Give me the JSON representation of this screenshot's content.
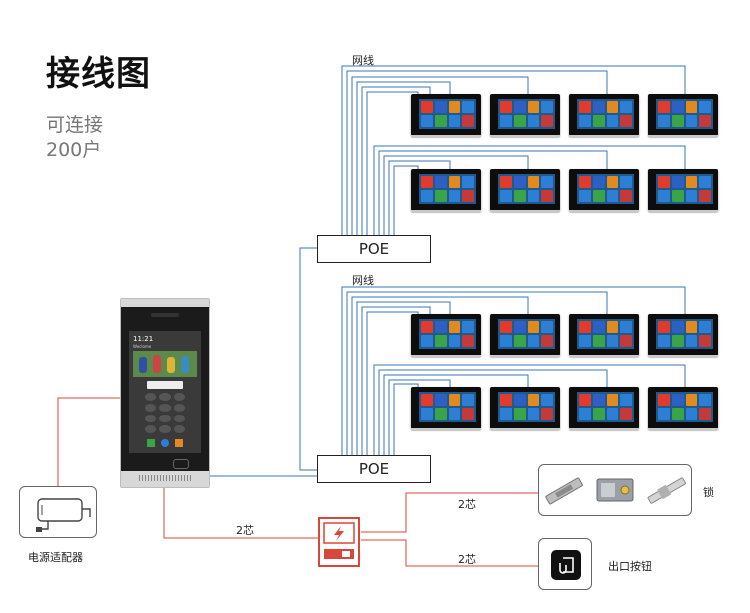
{
  "title": "接线图",
  "capacity_line1": "可连接",
  "capacity_line2": "200户",
  "labels": {
    "network_top": "网线",
    "network_bottom": "网线",
    "poe_top": "POE",
    "poe_bottom": "POE",
    "wire_main": "2芯",
    "wire_lock": "2芯",
    "wire_exit": "2芯",
    "power_adapter": "电源适配器",
    "lock": "锁",
    "exit_button": "出口按钮"
  },
  "panel": {
    "time": "11:21",
    "brand": "Weclome"
  },
  "colors": {
    "network_wire": "#3a76b6",
    "power_wire": "#d9473a",
    "poe_wire": "#3a76b6",
    "control_red": "#d9473a"
  }
}
